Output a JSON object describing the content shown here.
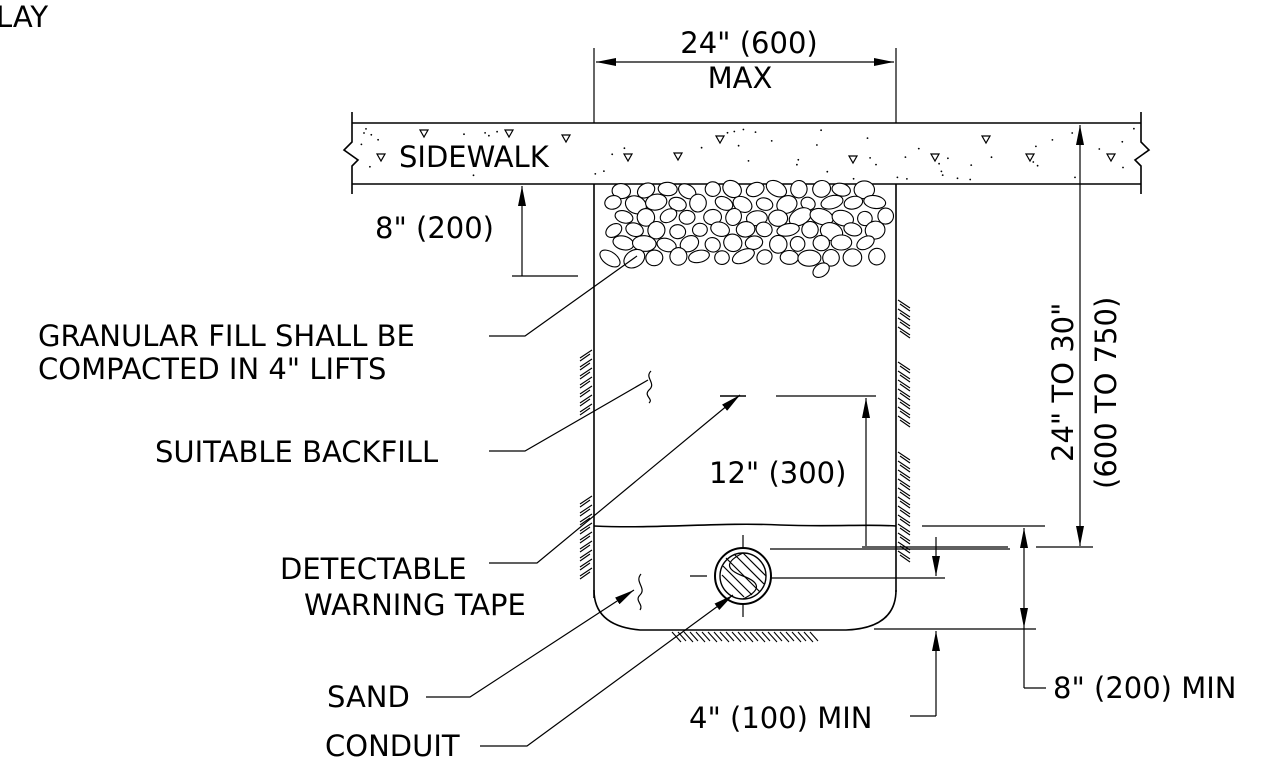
{
  "partial_title": "LAY",
  "sidewalk_label": "SIDEWALK",
  "dims": {
    "trench_width_line1": "24\" (600)",
    "trench_width_line2": "MAX",
    "gravel_depth": "8\" (200)",
    "tape_depth": "12\" (300)",
    "total_depth_line1": "24\" TO 30\"",
    "total_depth_line2": "(600 TO 750)",
    "cover_min": "8\" (200)  MIN",
    "bedding_min": "4\" (100) MIN"
  },
  "callouts": {
    "granular_fill_line1": "GRANULAR  FILL  SHALL  BE",
    "granular_fill_line2": "COMPACTED  IN  4\"  LIFTS",
    "suitable_backfill": "SUITABLE  BACKFILL",
    "warning_tape_line1": "DETECTABLE",
    "warning_tape_line2": "WARNING  TAPE",
    "sand": "SAND",
    "conduit": "CONDUIT"
  }
}
